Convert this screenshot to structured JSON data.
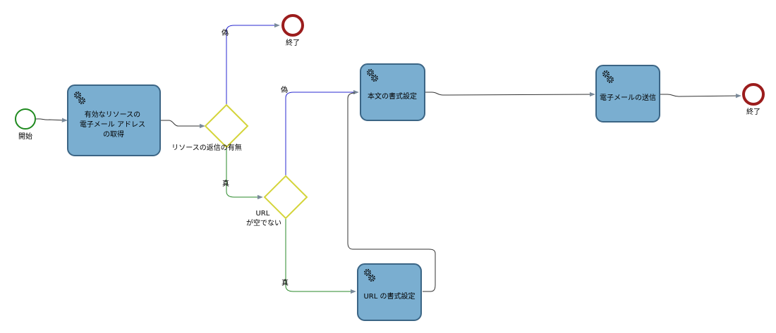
{
  "process": {
    "start": {
      "label": "開始"
    },
    "end_top": {
      "label": "終了"
    },
    "end_right": {
      "label": "終了"
    },
    "task_get_email": {
      "lines": [
        "有効なリソースの",
        "電子メール アドレス",
        "の取得"
      ]
    },
    "task_format_body": {
      "label": "本文の書式設定"
    },
    "task_send_email": {
      "label": "電子メールの送信"
    },
    "task_format_url": {
      "label": "URL の書式設定"
    },
    "gateway_resource": {
      "label": "リソースの返信の有無"
    },
    "gateway_url": {
      "lines": [
        "URL",
        "が空でない"
      ]
    },
    "edges": {
      "resource_false": "偽",
      "resource_true": "真",
      "url_false": "偽",
      "url_true": "真"
    }
  },
  "colors": {
    "task_fill": "#7aaed0",
    "task_stroke": "#3b6585",
    "start_stroke": "#1f8a1f",
    "end_stroke": "#9b1c1c",
    "gateway_stroke": "#d4d43a",
    "flow_default": "#333333",
    "flow_false": "#2a2ad0",
    "flow_true": "#2a8a2a"
  }
}
